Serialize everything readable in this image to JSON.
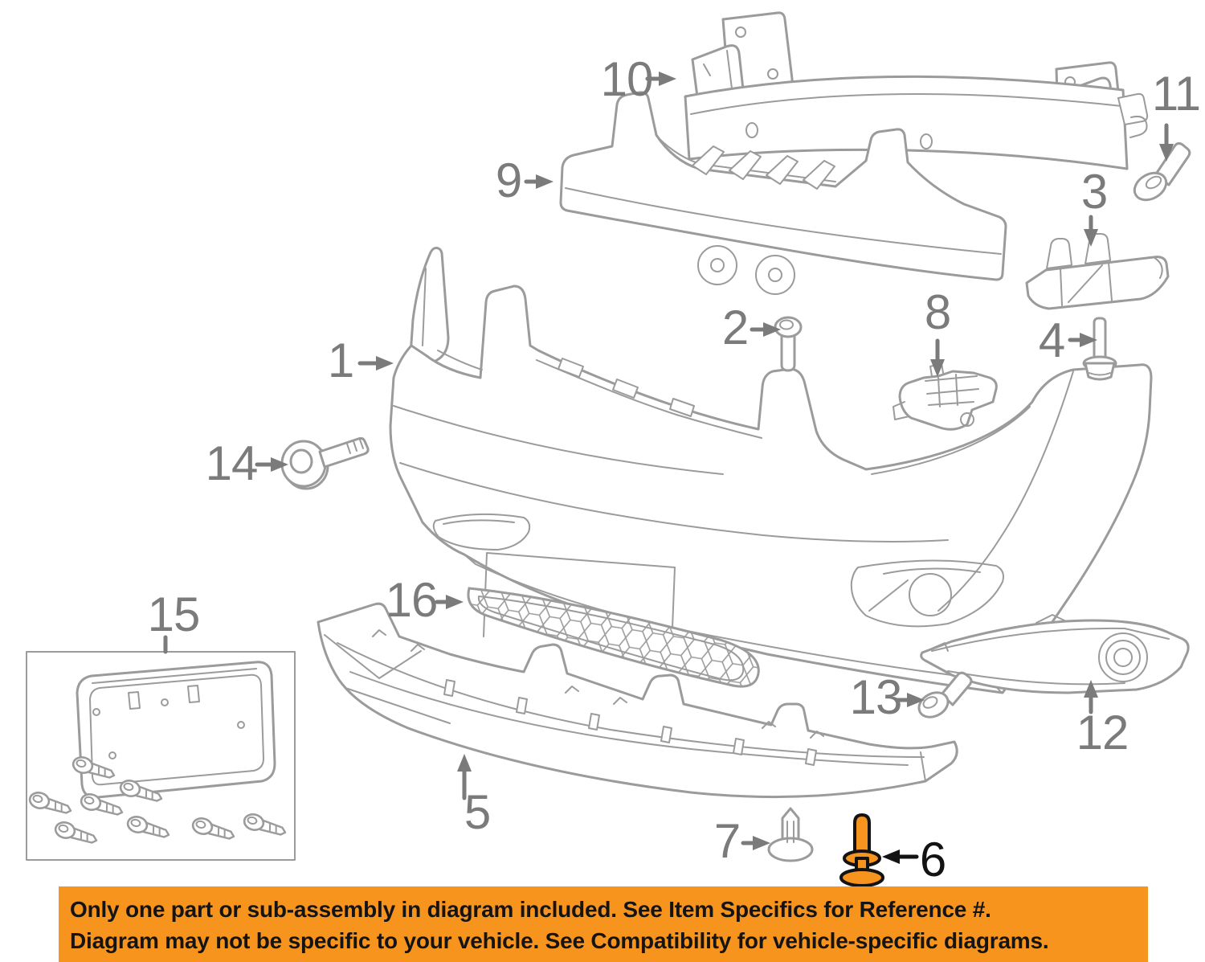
{
  "colors": {
    "accent": "#F7941D",
    "line": "#9B9B9B",
    "label": "#7B7B7B",
    "dark": "#131313",
    "banner_text": "#141414"
  },
  "banner": {
    "line1": "Only one part or sub-assembly in diagram included. See Item Specifics for Reference #.",
    "line2": "Diagram may not be specific to your vehicle. See Compatibility for vehicle-specific diagrams."
  },
  "callouts": [
    {
      "label": "1"
    },
    {
      "label": "2"
    },
    {
      "label": "3"
    },
    {
      "label": "4"
    },
    {
      "label": "5"
    },
    {
      "label": "6"
    },
    {
      "label": "7"
    },
    {
      "label": "8"
    },
    {
      "label": "9"
    },
    {
      "label": "10"
    },
    {
      "label": "11"
    },
    {
      "label": "12"
    },
    {
      "label": "13"
    },
    {
      "label": "14"
    },
    {
      "label": "15"
    },
    {
      "label": "16"
    }
  ],
  "highlighted_callout": "6"
}
